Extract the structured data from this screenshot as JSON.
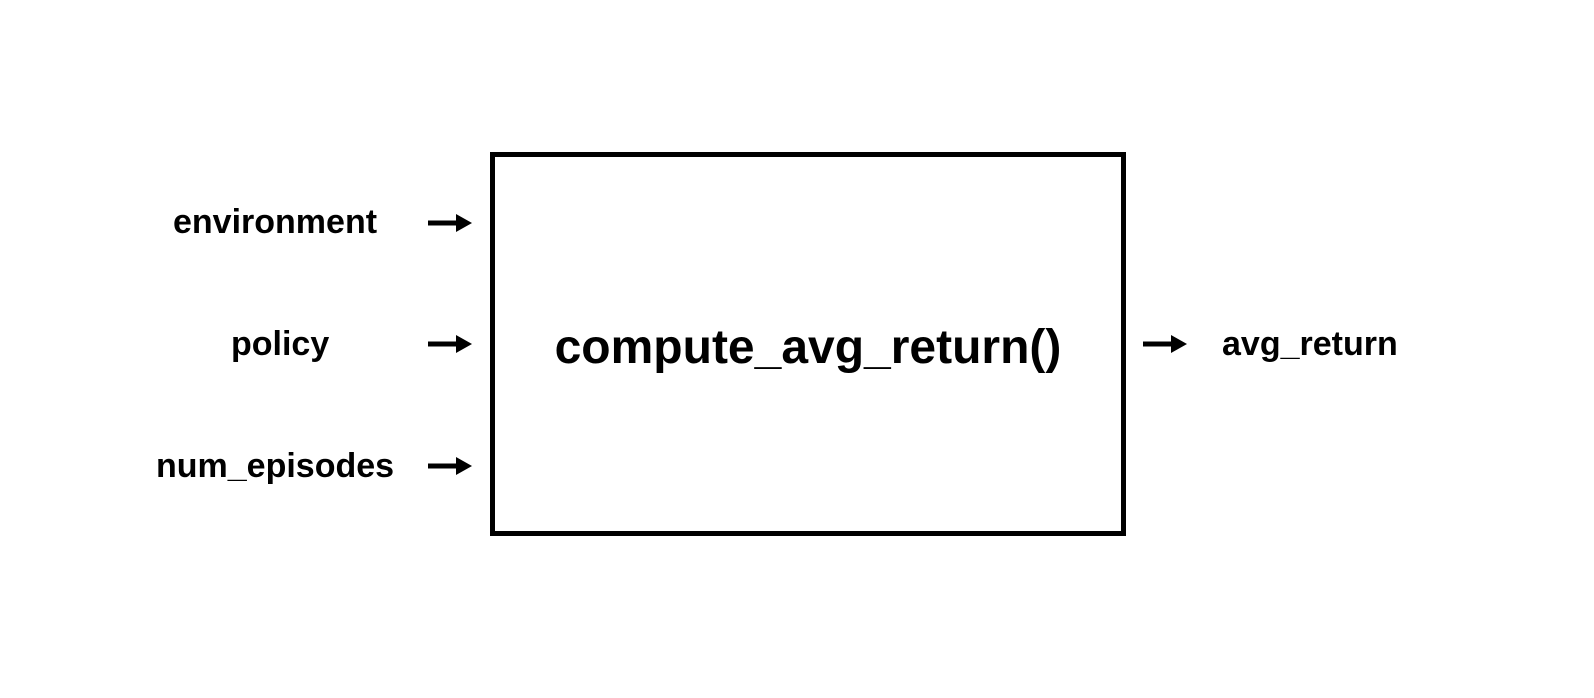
{
  "inputs": [
    {
      "label": "environment"
    },
    {
      "label": "policy"
    },
    {
      "label": "num_episodes"
    }
  ],
  "function": {
    "name": "compute_avg_return()"
  },
  "output": {
    "label": "avg_return"
  },
  "colors": {
    "stroke": "#000000",
    "background": "#ffffff"
  }
}
